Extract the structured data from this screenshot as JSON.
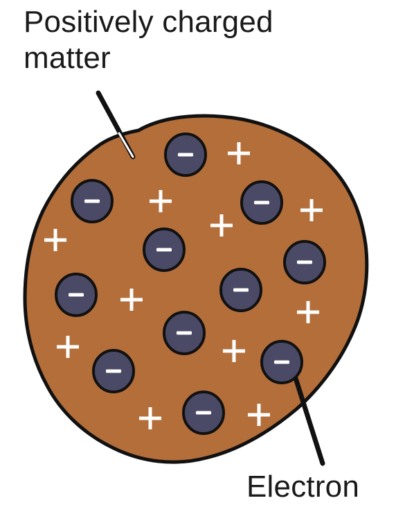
{
  "labels": {
    "positive_matter_line1": "Positively charged",
    "positive_matter_line2": "matter",
    "electron": "Electron"
  },
  "symbols": {
    "electron_sign": "−",
    "positive_sign": "+"
  },
  "colors": {
    "matter_fill": "#b46e3a",
    "outline": "#111111",
    "electron_fill": "#4a4a66",
    "sign_color": "#ffffff"
  }
}
